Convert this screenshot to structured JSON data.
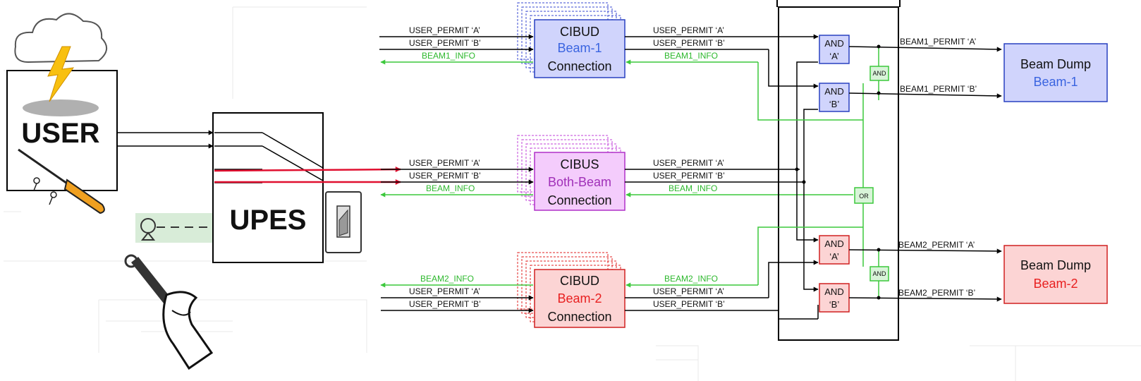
{
  "user_label": "USER",
  "upes_label": "UPES",
  "sig": {
    "user_permit_a": "USER_PERMIT ‘A’",
    "user_permit_b": "USER_PERMIT ‘B’",
    "beam1_info": "BEAM1_INFO",
    "beam2_info": "BEAM2_INFO",
    "beam_info": "BEAM_INFO",
    "beam1_permit_a": "BEAM1_PERMIT ‘A’",
    "beam1_permit_b": "BEAM1_PERMIT ‘B’",
    "beam2_permit_a": "BEAM2_PERMIT ‘A’",
    "beam2_permit_b": "BEAM2_PERMIT ‘B’"
  },
  "cibud1": {
    "line1": "CIBUD",
    "line2": "Beam-1",
    "line3": "Connection"
  },
  "cibus": {
    "line1": "CIBUS",
    "line2": "Both-Beam",
    "line3": "Connection"
  },
  "cibud2": {
    "line1": "CIBUD",
    "line2": "Beam-2",
    "line3": "Connection"
  },
  "gates": {
    "and": "AND",
    "a": "‘A’",
    "b": "‘B’",
    "or": "OR"
  },
  "dump1": {
    "line1": "Beam Dump",
    "line2": "Beam-1"
  },
  "dump2": {
    "line1": "Beam Dump",
    "line2": "Beam-2"
  },
  "colors": {
    "blue_box": "#d0d4fc",
    "blue_text": "#3a64e0",
    "pink_box": "#f4ccfc",
    "purple_text": "#a030b8",
    "red_box": "#fcd4d4",
    "red_text": "#e82020",
    "green_wire": "#3cc83c",
    "red_wire": "#e01030"
  }
}
